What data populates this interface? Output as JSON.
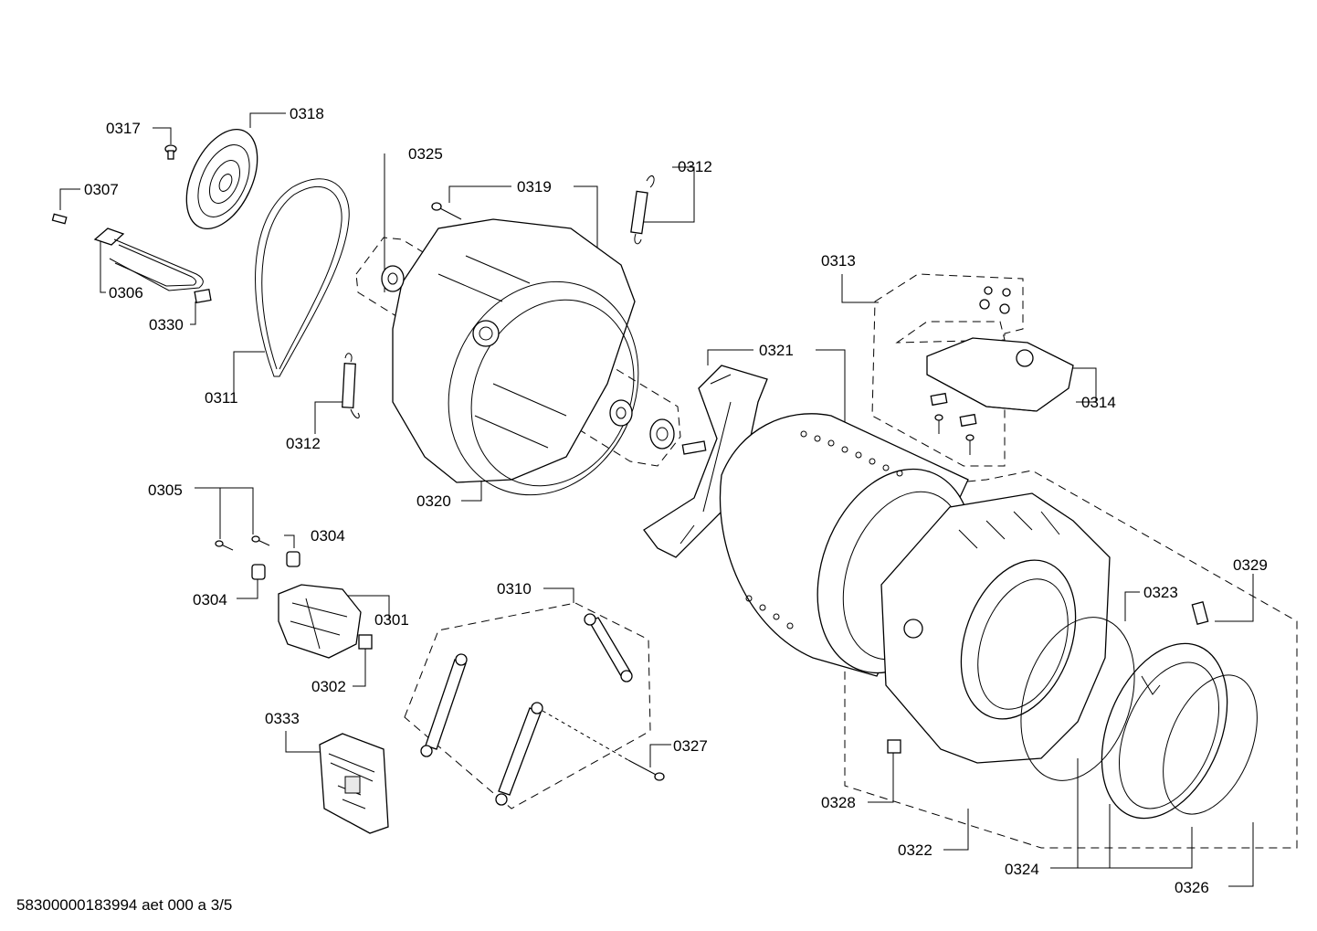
{
  "labels": {
    "p0317": "0317",
    "p0318": "0318",
    "p0307": "0307",
    "p0306": "0306",
    "p0330": "0330",
    "p0311": "0311",
    "p0325": "0325",
    "p0319": "0319",
    "p0312a": "0312",
    "p0312b": "0312",
    "p0320": "0320",
    "p0313": "0313",
    "p0314": "0314",
    "p0321": "0321",
    "p0305": "0305",
    "p0304a": "0304",
    "p0304b": "0304",
    "p0301": "0301",
    "p0302": "0302",
    "p0310": "0310",
    "p0327": "0327",
    "p0333": "0333",
    "p0329": "0329",
    "p0323": "0323",
    "p0328": "0328",
    "p0322": "0322",
    "p0324": "0324",
    "p0326": "0326"
  },
  "footer": "58300000183994 aet 000 a 3/5"
}
